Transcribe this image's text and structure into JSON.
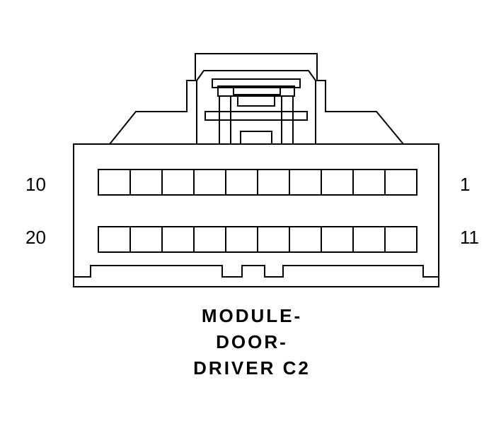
{
  "connector": {
    "pin_labels": {
      "top_left": "10",
      "top_right": "1",
      "bottom_left": "20",
      "bottom_right": "11"
    },
    "pins_per_row": 10,
    "rows": 2,
    "title_lines": [
      "MODULE-",
      "DOOR-",
      "DRIVER C2"
    ]
  }
}
